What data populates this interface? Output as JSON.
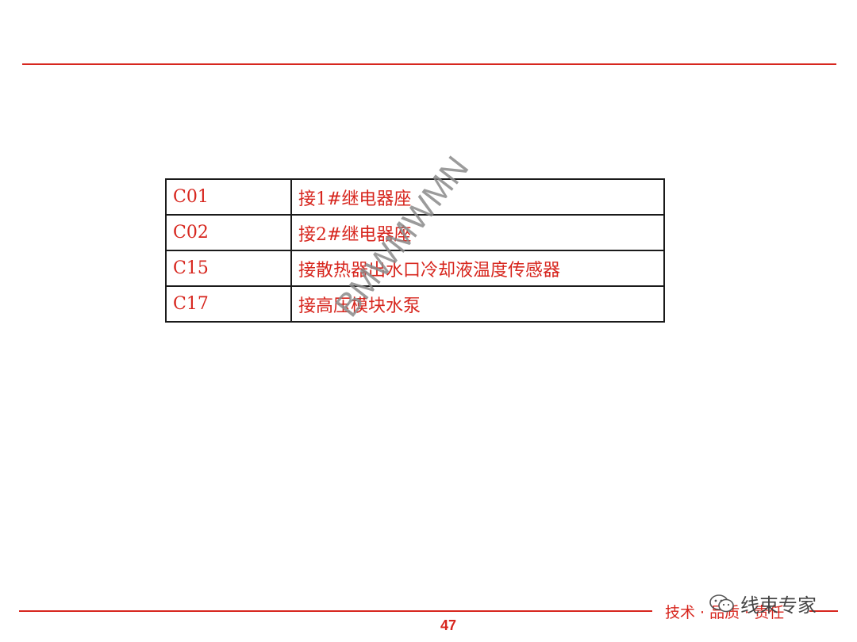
{
  "table": {
    "rows": [
      {
        "code": "C01",
        "description": "接1#继电器座"
      },
      {
        "code": "C02",
        "description": "接2#继电器座"
      },
      {
        "code": "C15",
        "description": "接散热器出水口冷却液温度传感器"
      },
      {
        "code": "C17",
        "description": "接高压模块水泵"
      }
    ]
  },
  "watermark": "BMWMWMN",
  "footer": {
    "slogan": "技术 · 品质 · 责任",
    "page_number": "47",
    "brand_label": "线束专家",
    "brand_icon": "wechat-icon"
  },
  "colors": {
    "accent": "#d7261e",
    "border": "#1a1a1a",
    "watermark": "#8a8a8a"
  }
}
